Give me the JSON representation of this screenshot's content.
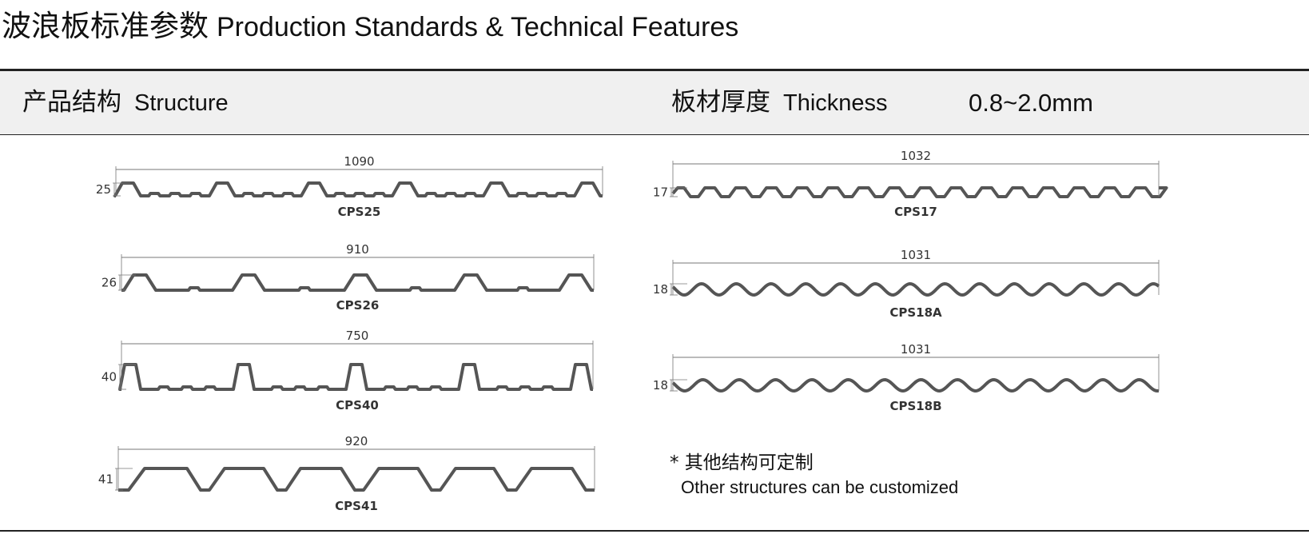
{
  "header": {
    "title_cn": "波浪板标准参数",
    "title_en": "Production Standards & Technical Features"
  },
  "band": {
    "structure_cn": "产品结构",
    "structure_en": "Structure",
    "thickness_cn": "板材厚度",
    "thickness_en": "Thickness",
    "thickness_value": "0.8~2.0mm"
  },
  "profiles": [
    {
      "code": "CPS25",
      "width": "1090",
      "height": "25"
    },
    {
      "code": "CPS26",
      "width": "910",
      "height": "26"
    },
    {
      "code": "CPS40",
      "width": "750",
      "height": "40"
    },
    {
      "code": "CPS41",
      "width": "920",
      "height": "41"
    },
    {
      "code": "CPS17",
      "width": "1032",
      "height": "17"
    },
    {
      "code": "CPS18A",
      "width": "1031",
      "height": "18"
    },
    {
      "code": "CPS18B",
      "width": "1031",
      "height": "18"
    }
  ],
  "note": {
    "cn": "* 其他结构可定制",
    "en": "Other structures can be customized"
  },
  "colors": {
    "profile_stroke": "#555555",
    "dimension_line": "#777777",
    "band_bg": "#f0f0f0"
  }
}
